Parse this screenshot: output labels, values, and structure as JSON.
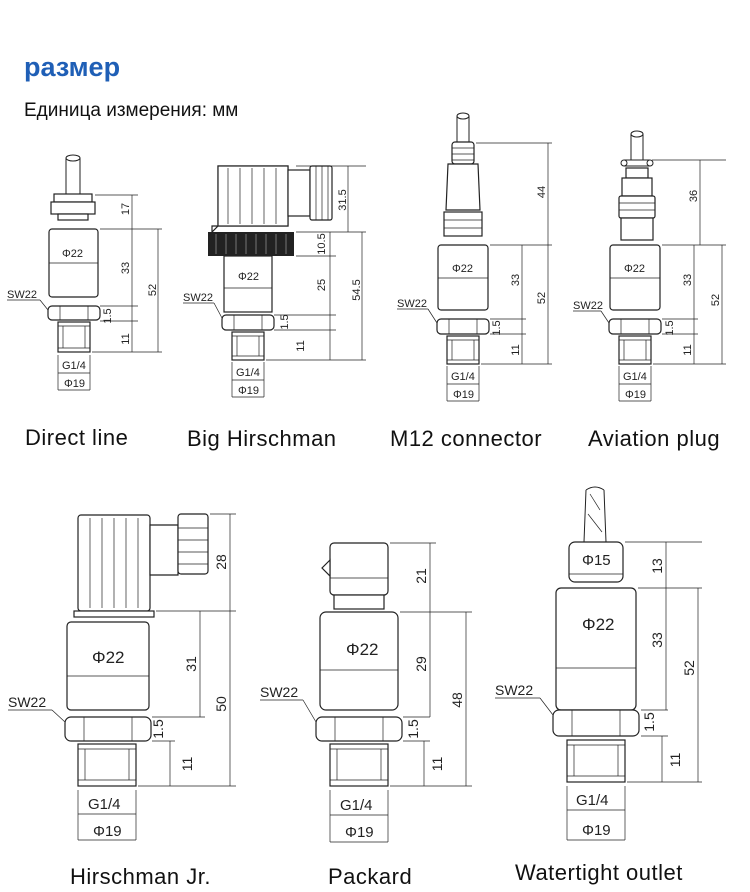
{
  "title": "размер",
  "unit_note": "Единица измерения: мм",
  "sensors": [
    {
      "caption": "Direct line",
      "dims": [
        "17",
        "33",
        "52",
        "1.5",
        "11"
      ],
      "labels": {
        "body": "Φ22",
        "thread": "G1/4",
        "base": "Φ19",
        "sw": "SW22"
      }
    },
    {
      "caption": "Big Hirschman",
      "dims": [
        "31.5",
        "10.5",
        "25",
        "54.5",
        "1.5",
        "11"
      ],
      "labels": {
        "body": "Φ22",
        "thread": "G1/4",
        "base": "Φ19",
        "sw": "SW22"
      }
    },
    {
      "caption": "M12 connector",
      "dims": [
        "44",
        "33",
        "52",
        "1.5",
        "11"
      ],
      "labels": {
        "body": "Φ22",
        "thread": "G1/4",
        "base": "Φ19",
        "sw": "SW22"
      }
    },
    {
      "caption": "Aviation plug",
      "dims": [
        "36",
        "33",
        "52",
        "1.5",
        "11"
      ],
      "labels": {
        "body": "Φ22",
        "thread": "G1/4",
        "base": "Φ19",
        "sw": "SW22"
      }
    },
    {
      "caption": "Hirschman Jr.",
      "dims": [
        "28",
        "31",
        "50",
        "1.5",
        "11"
      ],
      "labels": {
        "body": "Φ22",
        "thread": "G1/4",
        "base": "Φ19",
        "sw": "SW22"
      }
    },
    {
      "caption": "Packard",
      "dims": [
        "21",
        "29",
        "48",
        "1.5",
        "11"
      ],
      "labels": {
        "body": "Φ22",
        "thread": "G1/4",
        "base": "Φ19",
        "sw": "SW22"
      }
    },
    {
      "caption": "Watertight outlet",
      "dims": [
        "13",
        "33",
        "52",
        "1.5",
        "11"
      ],
      "labels": {
        "top": "Φ15",
        "body": "Φ22",
        "thread": "G1/4",
        "base": "Φ19",
        "sw": "SW22"
      }
    }
  ]
}
